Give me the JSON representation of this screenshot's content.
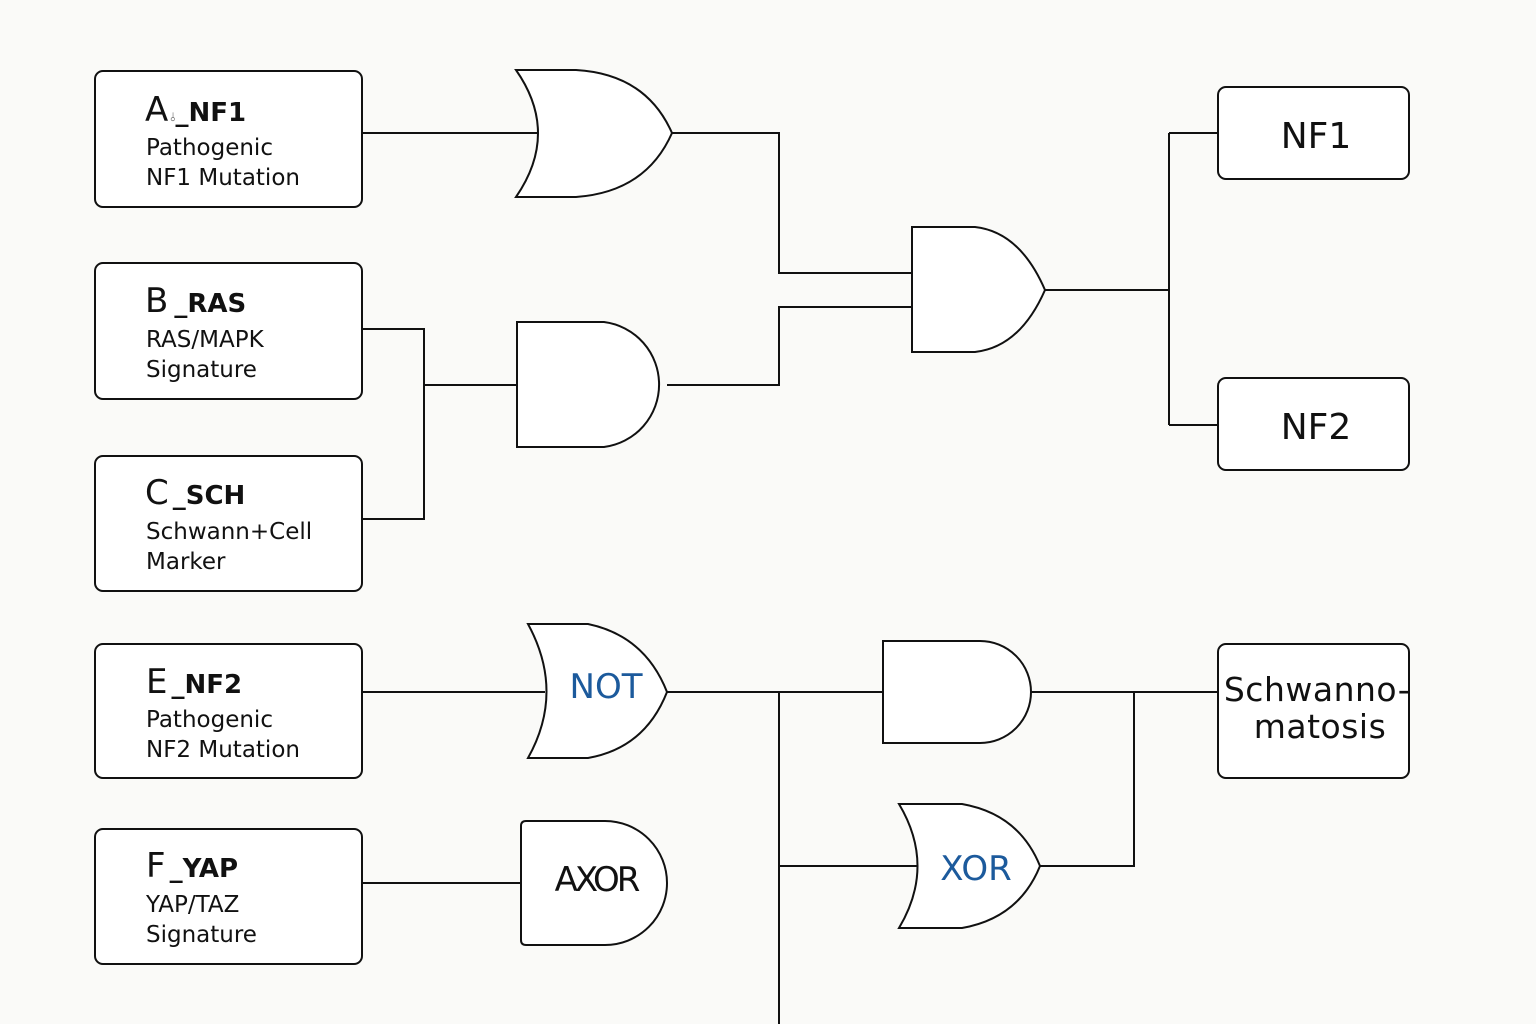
{
  "inputs": [
    {
      "letter": "A",
      "code": "_NF1",
      "mark": "⫰",
      "desc": [
        "Pathogenic",
        "NF1 Mutation"
      ]
    },
    {
      "letter": "B",
      "code": "_RAS",
      "desc": [
        "RAS/MAPK",
        "Signature"
      ]
    },
    {
      "letter": "C",
      "code": "_SCH",
      "desc": [
        "Schwann+Cell",
        "Marker"
      ]
    },
    {
      "letter": "E",
      "code": "_NF2",
      "desc": [
        "Pathogenic",
        "NF2 Mutation"
      ]
    },
    {
      "letter": "F",
      "code": "_YAP",
      "desc": [
        "YAP/TAZ",
        "Signature"
      ]
    }
  ],
  "outputs": {
    "nf1": "NF1",
    "nf2": "NF2",
    "schwannomatosis": [
      "Schwanno-",
      "matosis"
    ]
  },
  "gates": {
    "not": {
      "label": "NOT",
      "color": "#1c5a9c"
    },
    "xor": {
      "label": "XOR",
      "color": "#1c5a9c"
    },
    "axor": {
      "label": "AXOR",
      "color": "#111111"
    }
  }
}
